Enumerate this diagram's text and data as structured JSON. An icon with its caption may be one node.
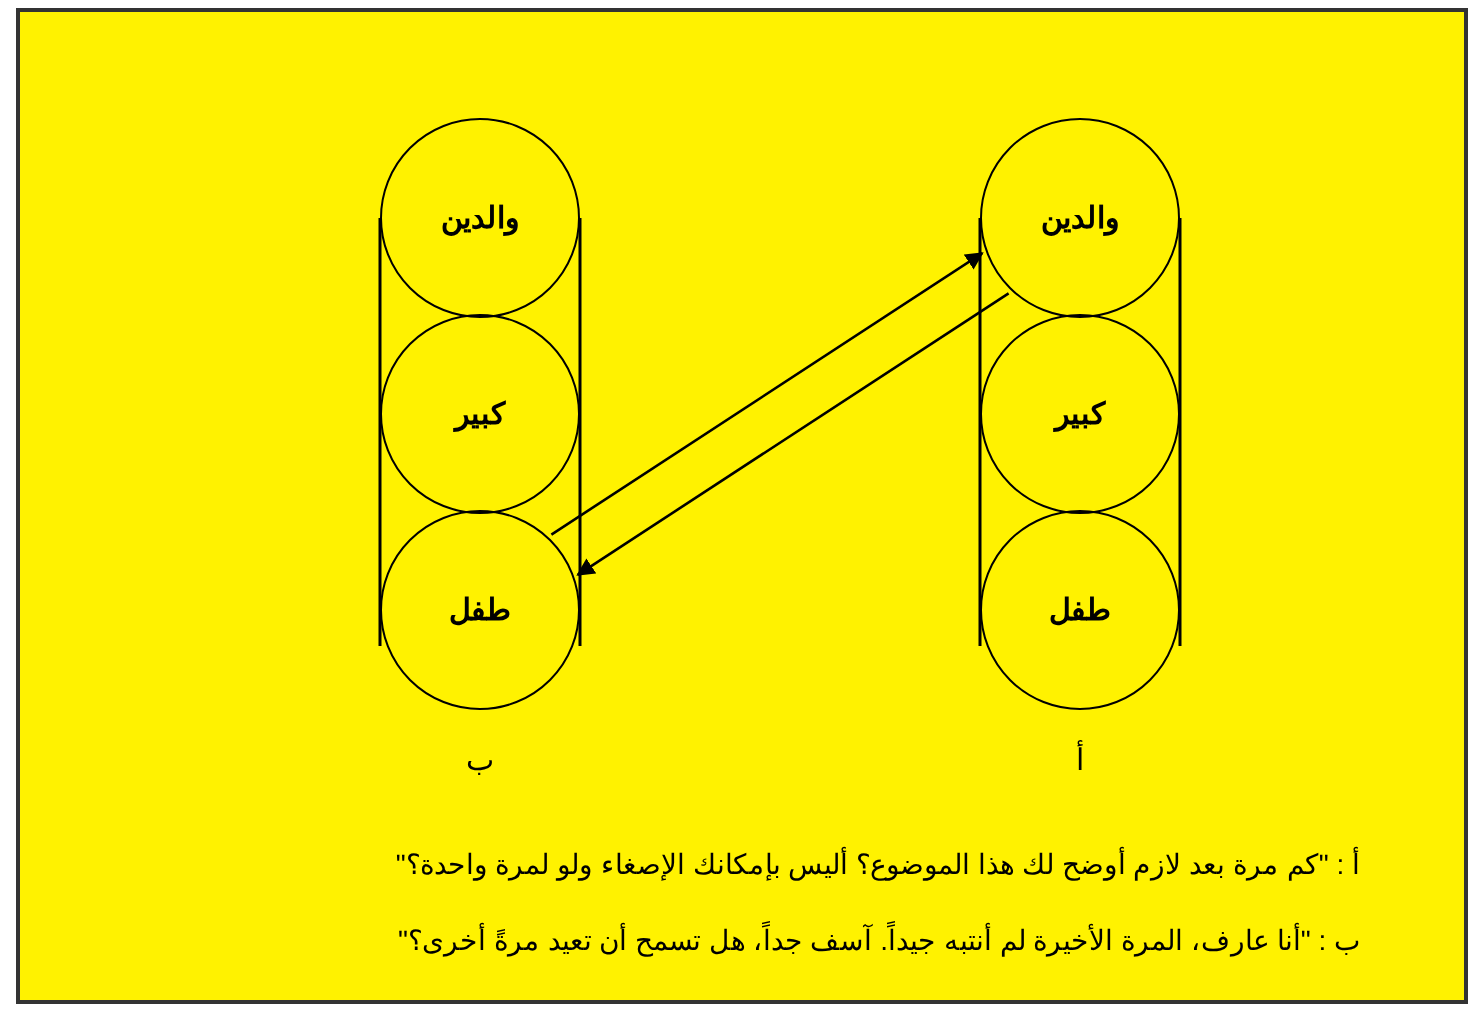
{
  "diagram": {
    "nodes": [
      {
        "text": [
          "والدين"
        ]
      },
      {
        "text": [
          "كبير"
        ]
      },
      {
        "text": [
          "طفل"
        ]
      },
      {
        "text": [
          "والدين"
        ]
      },
      {
        "text": [
          "كبير"
        ]
      },
      {
        "text": [
          "طفل"
        ]
      }
    ],
    "edges": [
      {
        "from": 3,
        "to": 2,
        "arrow": "to"
      },
      {
        "from": 2,
        "to": 3,
        "arrow": "to"
      }
    ],
    "labels": [
      "ب",
      "أ",
      "أ : \"كم مرة بعد لازم أوضح لك هذا الموضوع؟ أليس بإمكانك الإصغاء ولو لمرة واحدة؟\"",
      "ب : \"أنا عارف، المرة الأخيرة لم أنتبه جيداً. آسف جداً، هل تسمح أن تعيد مرةً أخرى؟\""
    ]
  }
}
